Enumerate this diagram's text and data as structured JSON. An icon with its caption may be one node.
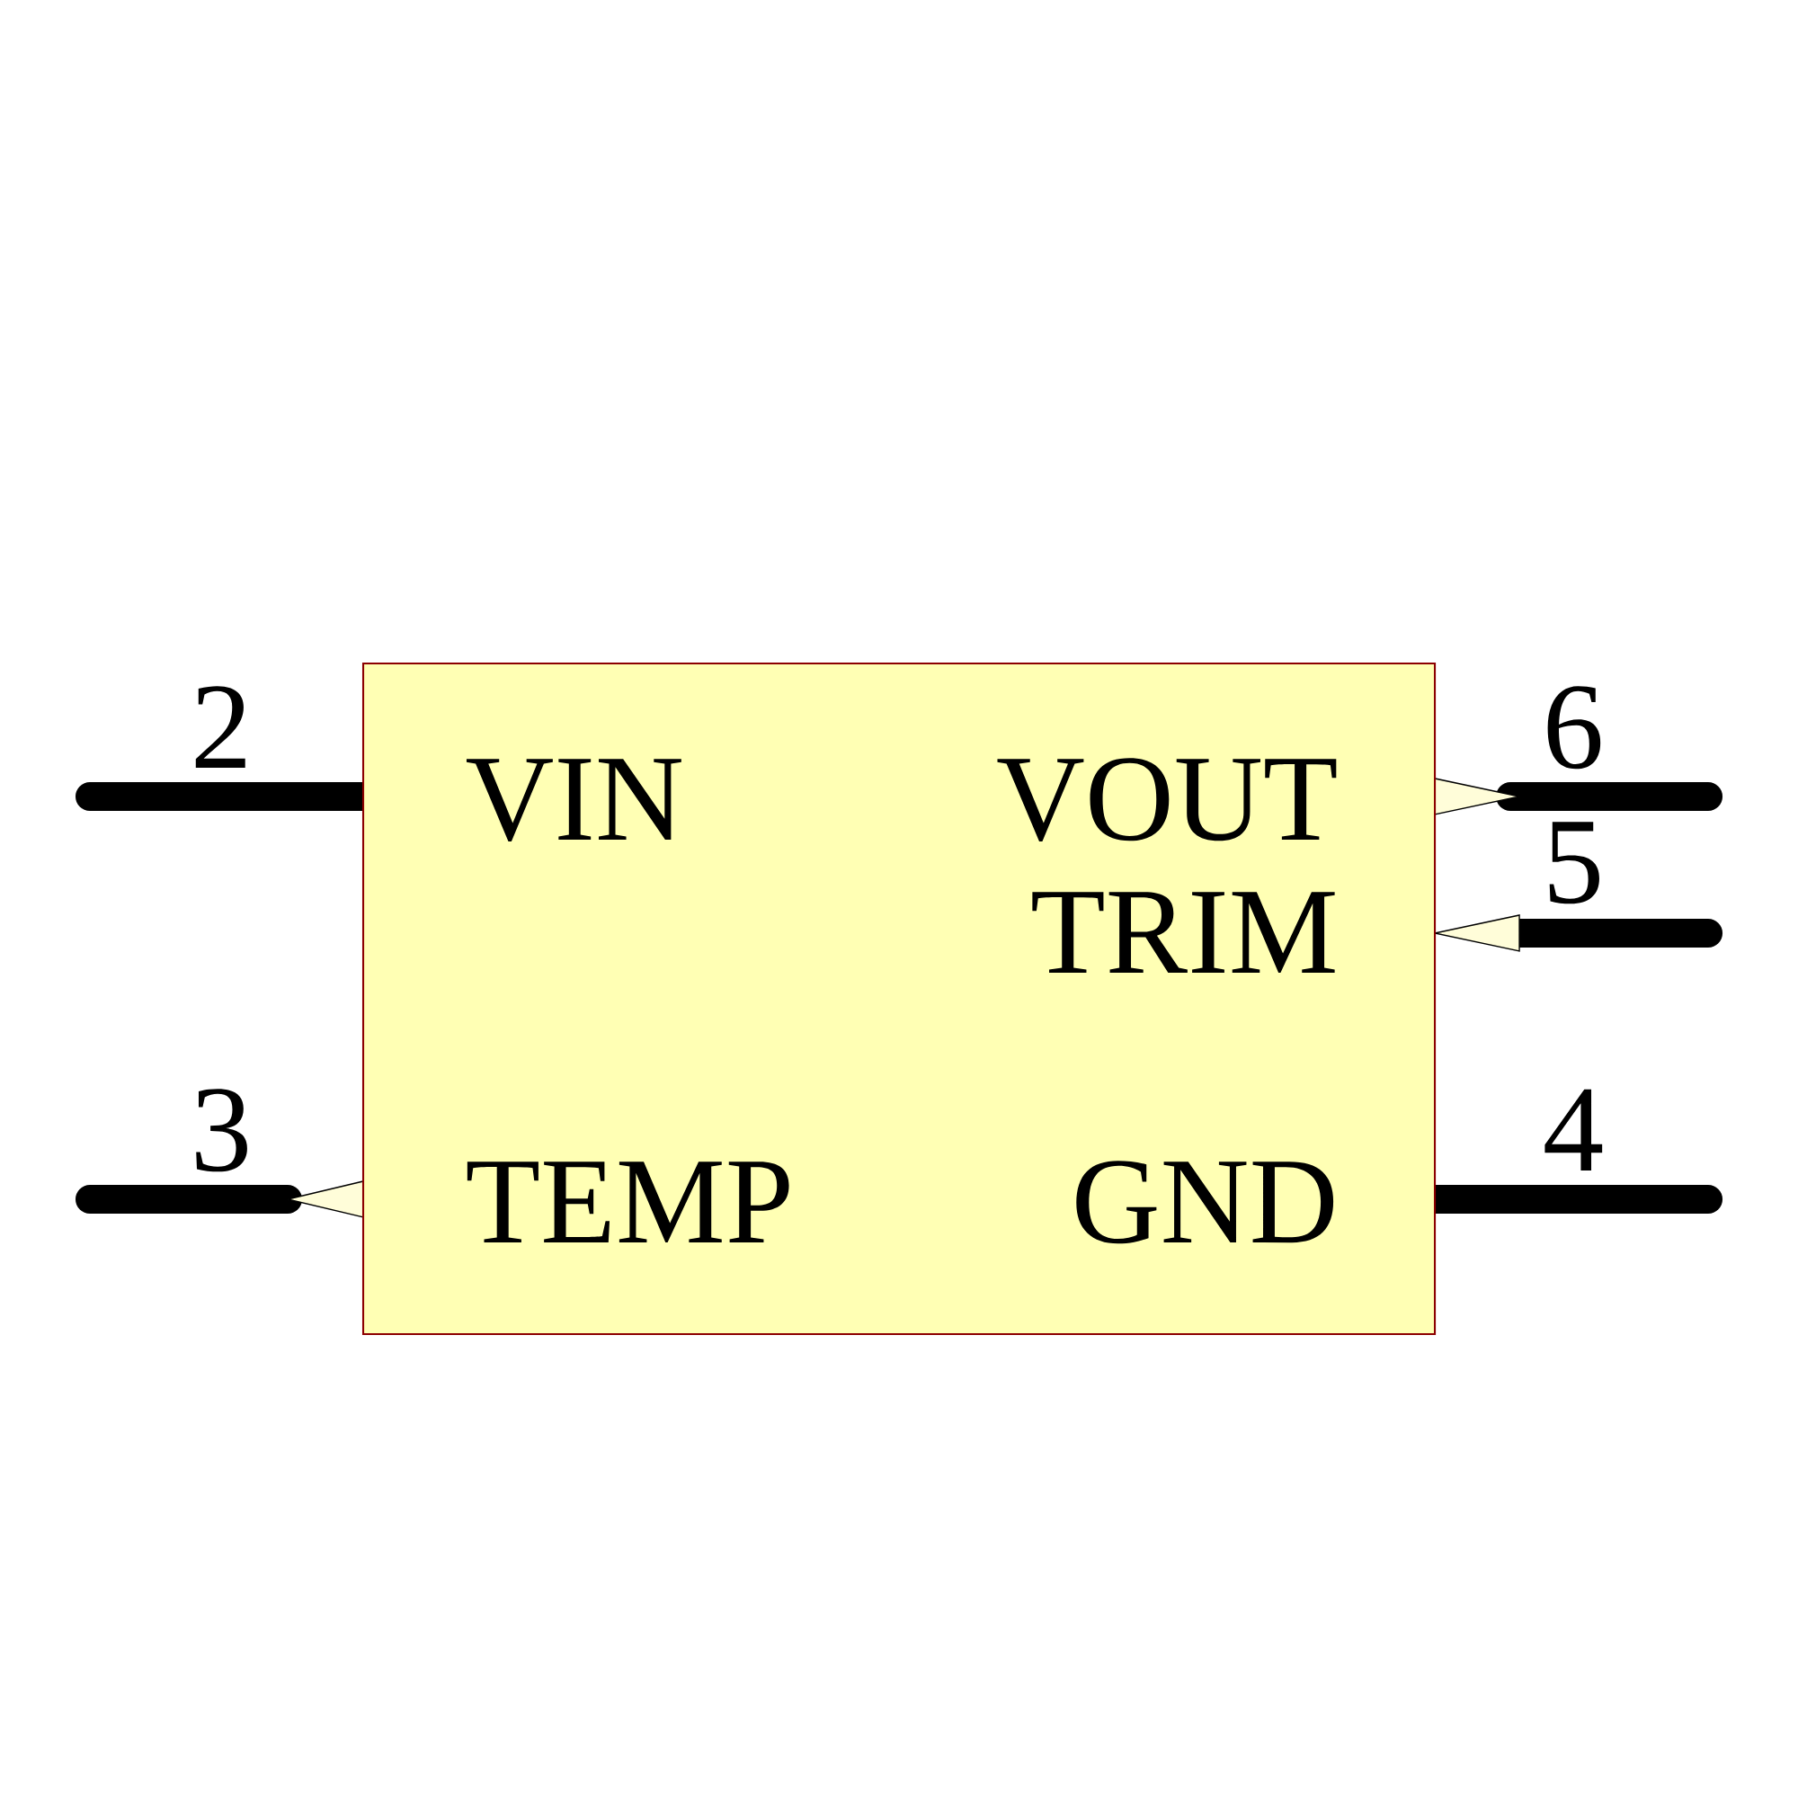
{
  "diagram": {
    "nodes": [
      {
        "text": [
          "VIN",
          "VOUT",
          "TRIM",
          "TEMP",
          "GND"
        ]
      }
    ],
    "labels": [
      "2",
      "6",
      "5",
      "3",
      "4"
    ]
  }
}
